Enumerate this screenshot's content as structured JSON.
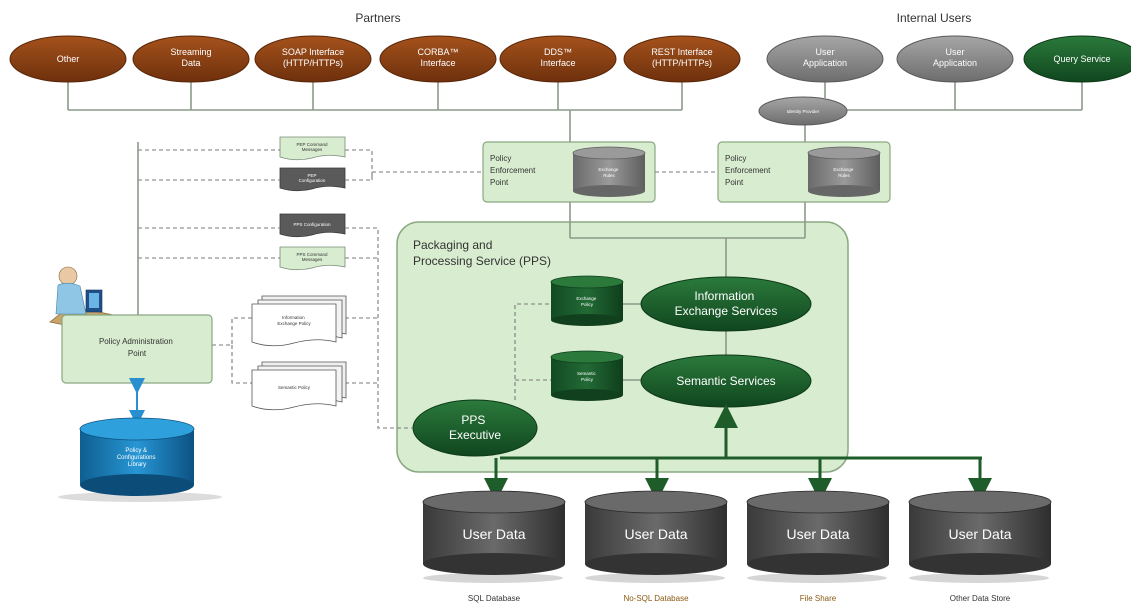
{
  "groups": {
    "partners": "Partners",
    "internal_users": "Internal Users"
  },
  "partners": [
    "Other",
    "Streaming Data",
    "SOAP Interface (HTTP/HTTPs)",
    "CORBA™ Interface",
    "DDS™ Interface",
    "REST Interface (HTTP/HTTPs)"
  ],
  "internal_users": [
    "User Application",
    "User Application",
    "Query Service"
  ],
  "identity_provider": "Identity Provider",
  "pep": {
    "label_line1": "Policy",
    "label_line2": "Enforcement",
    "label_line3": "Point",
    "rules_line1": "Exchange",
    "rules_line2": "Rules"
  },
  "docs": {
    "pep_command": "PEP Command Messages",
    "pep_configuration": "PEP Configuration",
    "pps_configuration": "PPS Configuration",
    "pps_command": "PPS Command Messages"
  },
  "pps": {
    "title_line1": "Packaging and",
    "title_line2": "Processing Service (PPS)",
    "exchange_policy_line1": "Exchange",
    "exchange_policy_line2": "Policy",
    "semantic_policy_line1": "Semantic",
    "semantic_policy_line2": "Policy",
    "info_exchange_line1": "Information",
    "info_exchange_line2": "Exchange Services",
    "semantic_services": "Semantic Services",
    "executive_line1": "PPS",
    "executive_line2": "Executive"
  },
  "pap": {
    "line1": "Policy Administration",
    "line2": "Point"
  },
  "policy_docs": {
    "info_exchange_line1": "Information",
    "info_exchange_line2": "Exchange Policy",
    "semantic": "Semantic Policy"
  },
  "library": {
    "line1": "Policy &",
    "line2": "Configurations",
    "line3": "Library"
  },
  "data_stores": [
    {
      "label": "User Data",
      "caption": "SQL Database"
    },
    {
      "label": "User Data",
      "caption": "No-SQL Database"
    },
    {
      "label": "User Data",
      "caption": "File Share"
    },
    {
      "label": "User Data",
      "caption": "Other Data Store"
    }
  ],
  "colors": {
    "partner_fill": "#8a3f12",
    "internal_fill": "#8a8a8a",
    "query_fill": "#1a6b2e",
    "light_green": "#d8eccf",
    "dark_green": "#1a5a2a",
    "caption_brown": "#8a5a12",
    "library_blue": "#1b7fb8"
  }
}
